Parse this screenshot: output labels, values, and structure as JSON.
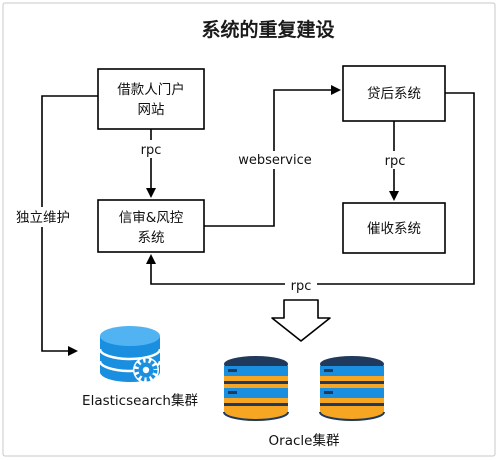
{
  "title": "系统的重复建设",
  "nodes": {
    "portal": {
      "line1": "借款人门户",
      "line2": "网站"
    },
    "credit": {
      "line1": "信审&风控",
      "line2": "系统"
    },
    "loan": {
      "label": "贷后系统"
    },
    "collect": {
      "label": "催收系统"
    }
  },
  "edges": {
    "portal_credit": "rpc",
    "credit_loan": "webservice",
    "loan_collect": "rpc",
    "loan_credit": "rpc",
    "side": "独立维护"
  },
  "storage": {
    "es": "Elasticsearch集群",
    "oracle": "Oracle集群"
  },
  "colors": {
    "db_blue": "#1a8fe0",
    "db_orange": "#f6a623",
    "db_navy": "#1f3a5c",
    "gear_blue": "#1a8fe0"
  }
}
